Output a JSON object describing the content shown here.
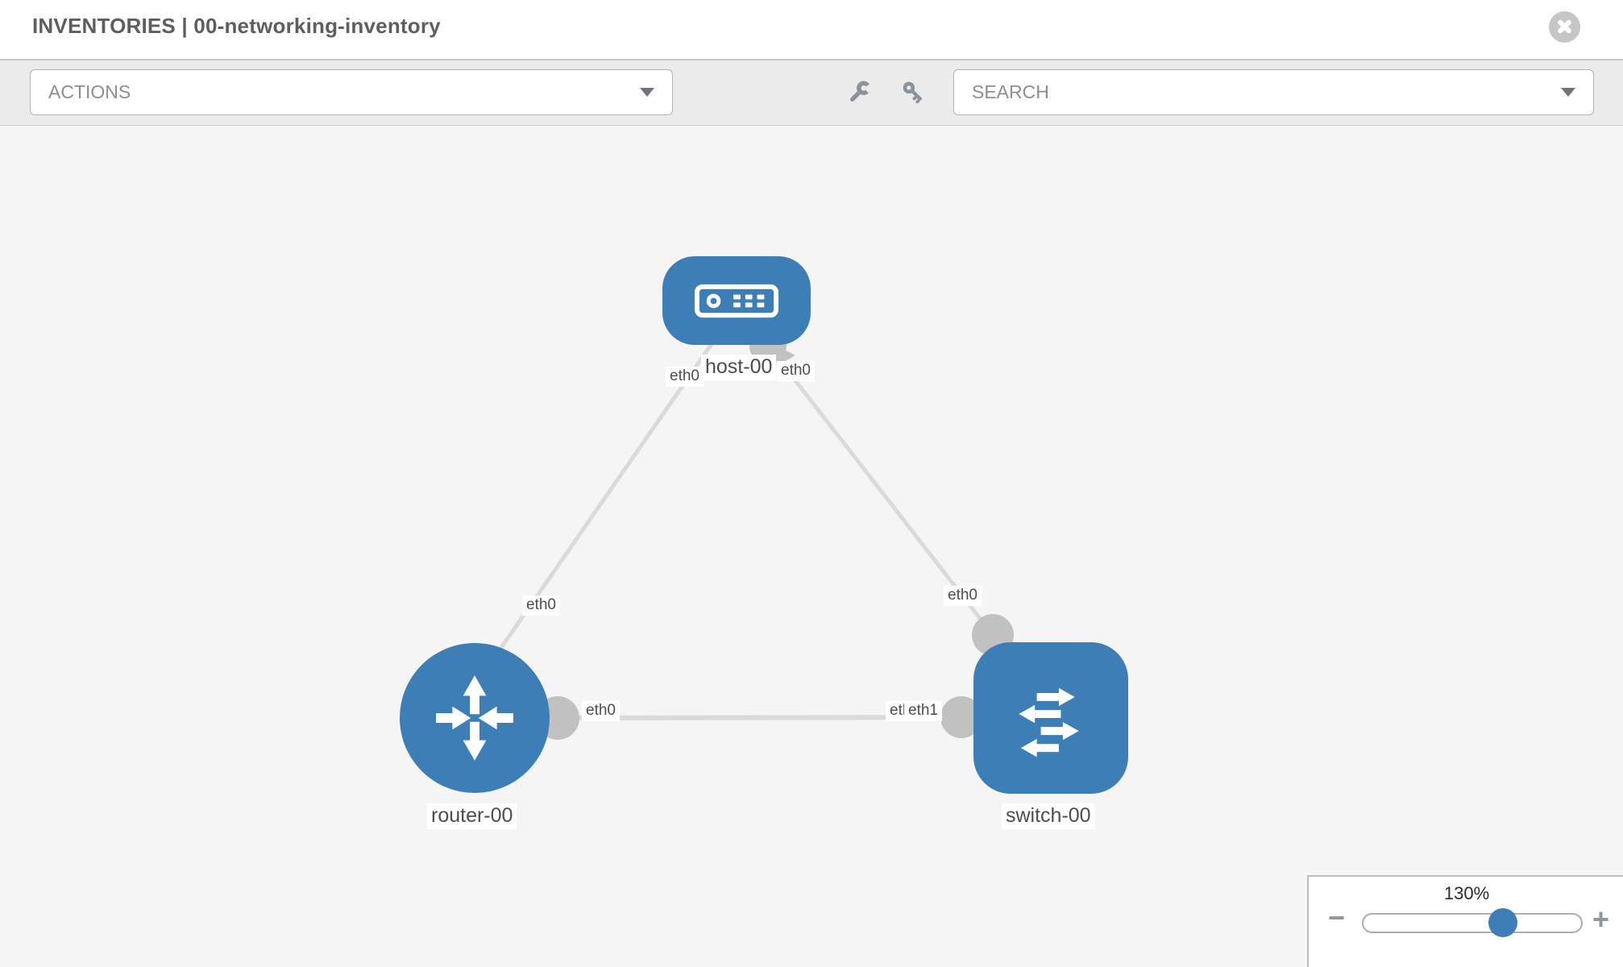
{
  "header": {
    "title": "INVENTORIES | 00-networking-inventory"
  },
  "toolbar": {
    "actions": {
      "label": "ACTIONS"
    },
    "search": {
      "label": "SEARCH"
    },
    "icons": [
      "wrench-icon",
      "key-icon"
    ]
  },
  "canvas": {
    "nodes": [
      {
        "id": "host-00",
        "type": "host",
        "label": "host-00"
      },
      {
        "id": "router-00",
        "type": "router",
        "label": "router-00"
      },
      {
        "id": "switch-00",
        "type": "switch",
        "label": "switch-00"
      }
    ],
    "links": [
      {
        "source": "host-00",
        "target": "router-00",
        "source_interface": "eth0",
        "target_interface": "eth0"
      },
      {
        "source": "host-00",
        "target": "switch-00",
        "source_interface": "eth0",
        "target_interface": "eth0"
      },
      {
        "source": "router-00",
        "target": "switch-00",
        "source_interface": "eth0",
        "target_interface": "eth1"
      }
    ]
  },
  "zoom": {
    "level": "130%",
    "minus": "−",
    "plus": "+"
  },
  "colors": {
    "node_blue": "#3c7eb5",
    "link_gray": "#dadada",
    "connector_gray": "#c1c1c1",
    "canvas_bg": "#f5f5f5",
    "toolbar_bg": "#ebebeb",
    "label_text": "#4d4d4d"
  }
}
